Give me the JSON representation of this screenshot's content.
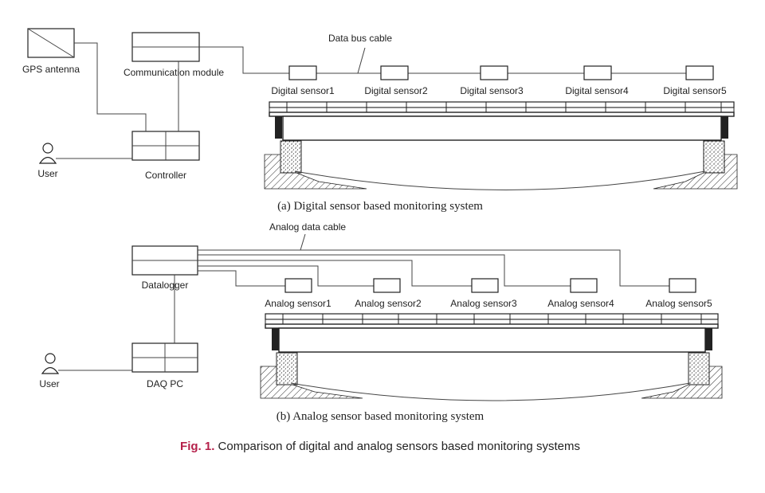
{
  "digital": {
    "gps_label": "GPS antenna",
    "comm_label": "Communication module",
    "bus_label": "Data bus cable",
    "user_label": "User",
    "controller_label": "Controller",
    "sensors": [
      "Digital sensor1",
      "Digital sensor2",
      "Digital sensor3",
      "Digital sensor4",
      "Digital sensor5"
    ],
    "caption": "(a) Digital sensor based monitoring system"
  },
  "analog": {
    "cable_label": "Analog data cable",
    "datalogger_label": "Datalogger",
    "user_label": "User",
    "daqpc_label": "DAQ PC",
    "sensors": [
      "Analog sensor1",
      "Analog sensor2",
      "Analog sensor3",
      "Analog sensor4",
      "Analog sensor5"
    ],
    "caption": "(b) Analog sensor based monitoring system"
  },
  "figure": {
    "number": "Fig. 1.",
    "title": " Comparison of digital and analog sensors based monitoring systems",
    "number_color": "#b5204a"
  }
}
